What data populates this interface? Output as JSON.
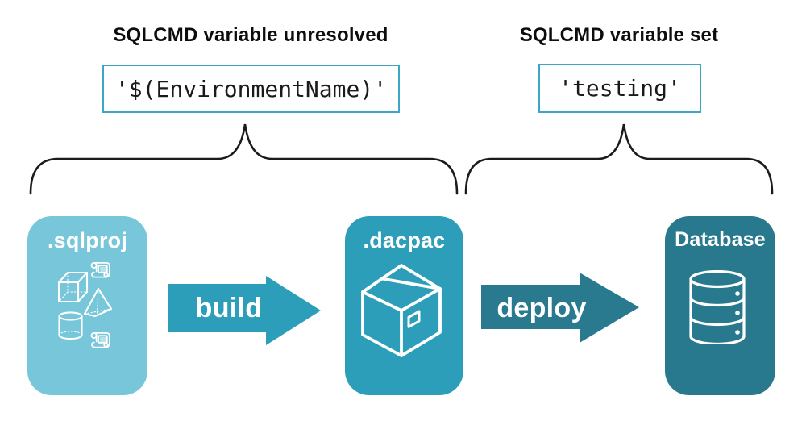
{
  "annotations": {
    "left": {
      "title": "SQLCMD variable unresolved",
      "code": "'$(EnvironmentName)'"
    },
    "right": {
      "title": "SQLCMD variable set",
      "code": "'testing'"
    }
  },
  "pipeline": {
    "nodes": [
      {
        "id": "sqlproj",
        "label": ".sqlproj",
        "icon": "sql-project-shapes-icon",
        "color": "#77C6DA"
      },
      {
        "id": "dacpac",
        "label": ".dacpac",
        "icon": "package-box-icon",
        "color": "#2D9EBA"
      },
      {
        "id": "database",
        "label": "Database",
        "icon": "database-cylinder-icon",
        "color": "#28798D"
      }
    ],
    "arrows": [
      {
        "label": "build",
        "color": "#2D9EBA"
      },
      {
        "label": "deploy",
        "color": "#29798F"
      }
    ]
  },
  "colors": {
    "background": "#FFFFFF",
    "code_box_border": "#3BA7C5",
    "brace_stroke": "#1B1B1B",
    "heading_text": "#0D0D0D",
    "code_text": "#1A1A1A",
    "node_label_text": "#FFFFFF"
  }
}
